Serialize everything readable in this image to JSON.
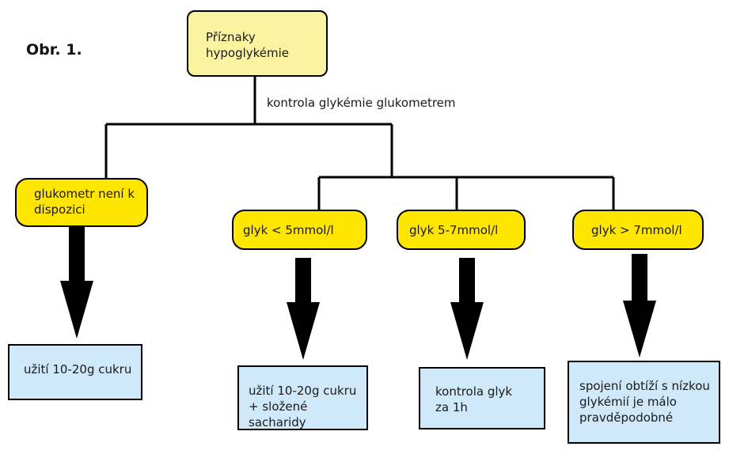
{
  "figure_label": "Obr. 1.",
  "root": {
    "lines": [
      "Příznaky",
      "hypoglykémie"
    ]
  },
  "edge_label": "kontrola glykémie glukometrem",
  "decisions": {
    "no_glucometer": [
      "glukometr není k",
      "dispozici"
    ],
    "lt5": [
      "glyk < 5mmol/l"
    ],
    "range5to7": [
      "glyk 5-7mmol/l"
    ],
    "gt7": [
      "glyk > 7mmol/l"
    ]
  },
  "actions": {
    "sugar": [
      "užití 10-20g cukru"
    ],
    "sugar_complex": [
      "užití 10-20g cukru",
      "+ složené sacharidy"
    ],
    "check": [
      "kontrola glyk",
      "za 1h"
    ],
    "unlikely": [
      "spojení obtíží s nízkou",
      "glykémií je málo",
      "pravděpodobné"
    ]
  },
  "colors": {
    "root_fill": "#fbf3a0",
    "decision_fill": "#ffe600",
    "action_fill": "#cfe8fa",
    "line": "#000000"
  }
}
